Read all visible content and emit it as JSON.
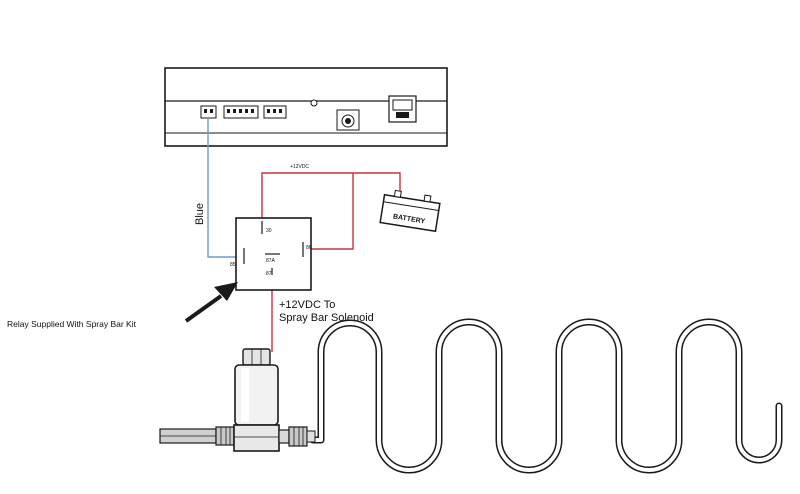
{
  "wires": {
    "supply_label": "+12VDC",
    "blue_label": "Blue",
    "output_label_line1": "+12VDC To",
    "output_label_line2": "Spray Bar Solenoid"
  },
  "relay": {
    "pin_30": "30",
    "pin_85": "85",
    "pin_86": "86",
    "pin_87a": "87A",
    "pin_87": "87"
  },
  "battery": {
    "label": "BATTERY"
  },
  "callout": {
    "text": "Relay Supplied With Spray Bar Kit"
  },
  "colors": {
    "red_wire": "#c8323c",
    "blue_wire": "#6e9ccc",
    "line": "#1a1a1a"
  }
}
